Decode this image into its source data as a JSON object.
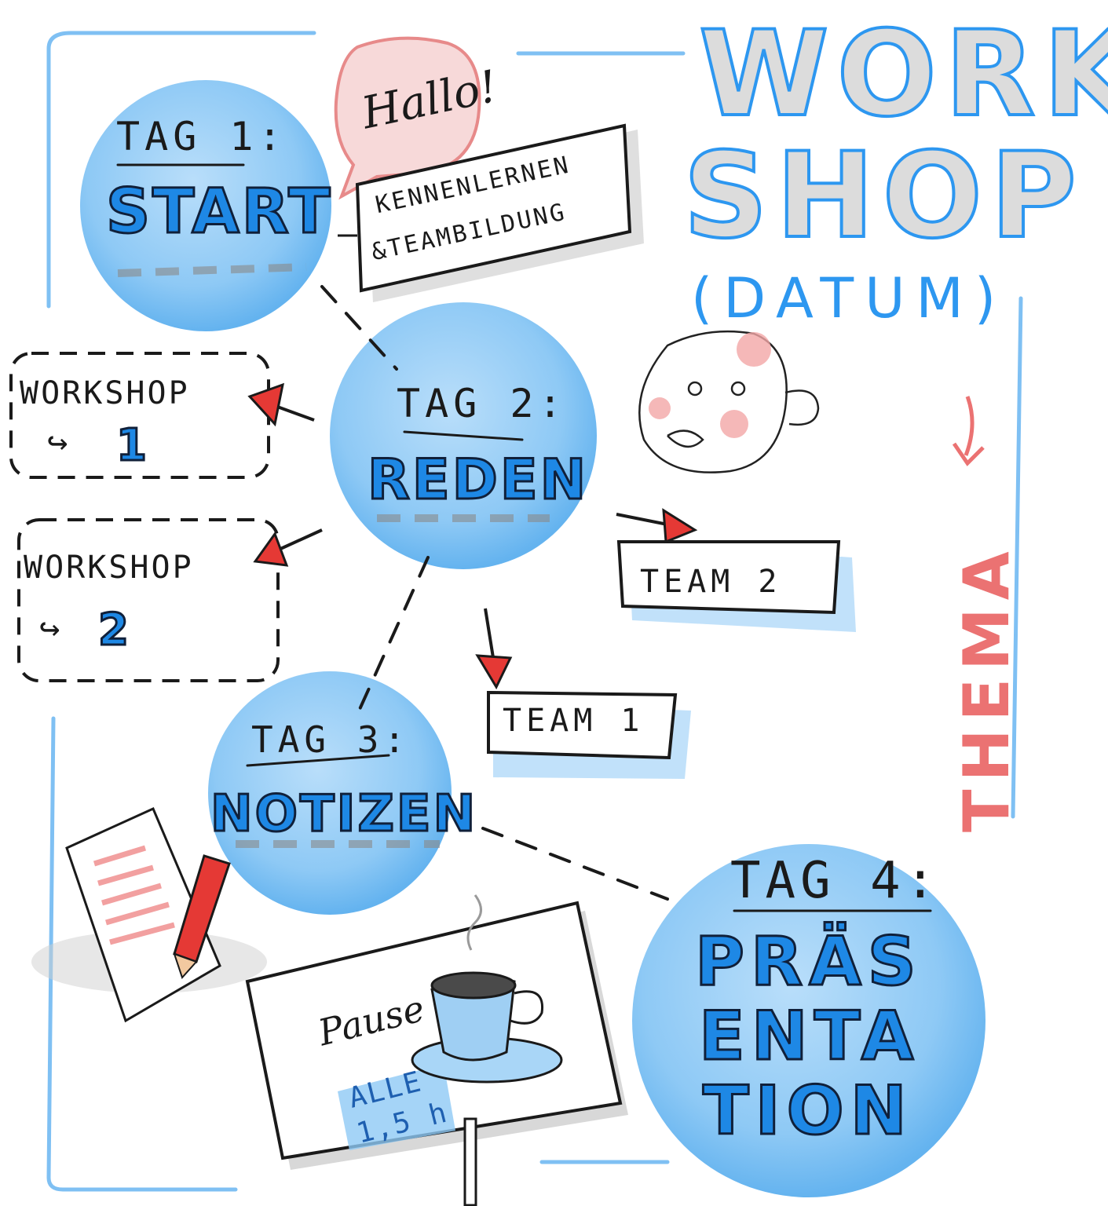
{
  "header": {
    "title_line1": "WORK",
    "title_line2": "SHOP",
    "subtitle": "(DATUM)"
  },
  "speech_bubble": {
    "text": "Hallo!"
  },
  "side_label": {
    "text": "THEMA"
  },
  "days": [
    {
      "label": "TAG 1:",
      "title": "START"
    },
    {
      "label": "TAG 2:",
      "title": "REDEN"
    },
    {
      "label": "TAG 3:",
      "title": "NOTIZEN"
    },
    {
      "label": "TAG 4:",
      "title_lines": [
        "PRÄS",
        "ENTA",
        "TION"
      ]
    }
  ],
  "day1_note": {
    "line1": "KENNENLERNEN",
    "line2": "&TEAMBILDUNG"
  },
  "workshops": [
    {
      "label": "WORKSHOP",
      "number": "1"
    },
    {
      "label": "WORKSHOP",
      "number": "2"
    }
  ],
  "teams": [
    {
      "label": "TEAM 2"
    },
    {
      "label": "TEAM 1"
    }
  ],
  "pause_sign": {
    "title": "Pause",
    "line1": "ALLE",
    "line2": "1,5 h"
  },
  "colors": {
    "circle_blue": "#8ec9f5",
    "accent_blue": "#2d97f0",
    "arrow_red": "#e53935",
    "ink": "#1a1a1a"
  },
  "icons": [
    "speech-bubble-icon",
    "face-sketch-icon",
    "notepad-pencil-icon",
    "coffee-cup-icon",
    "arrow-icon"
  ]
}
